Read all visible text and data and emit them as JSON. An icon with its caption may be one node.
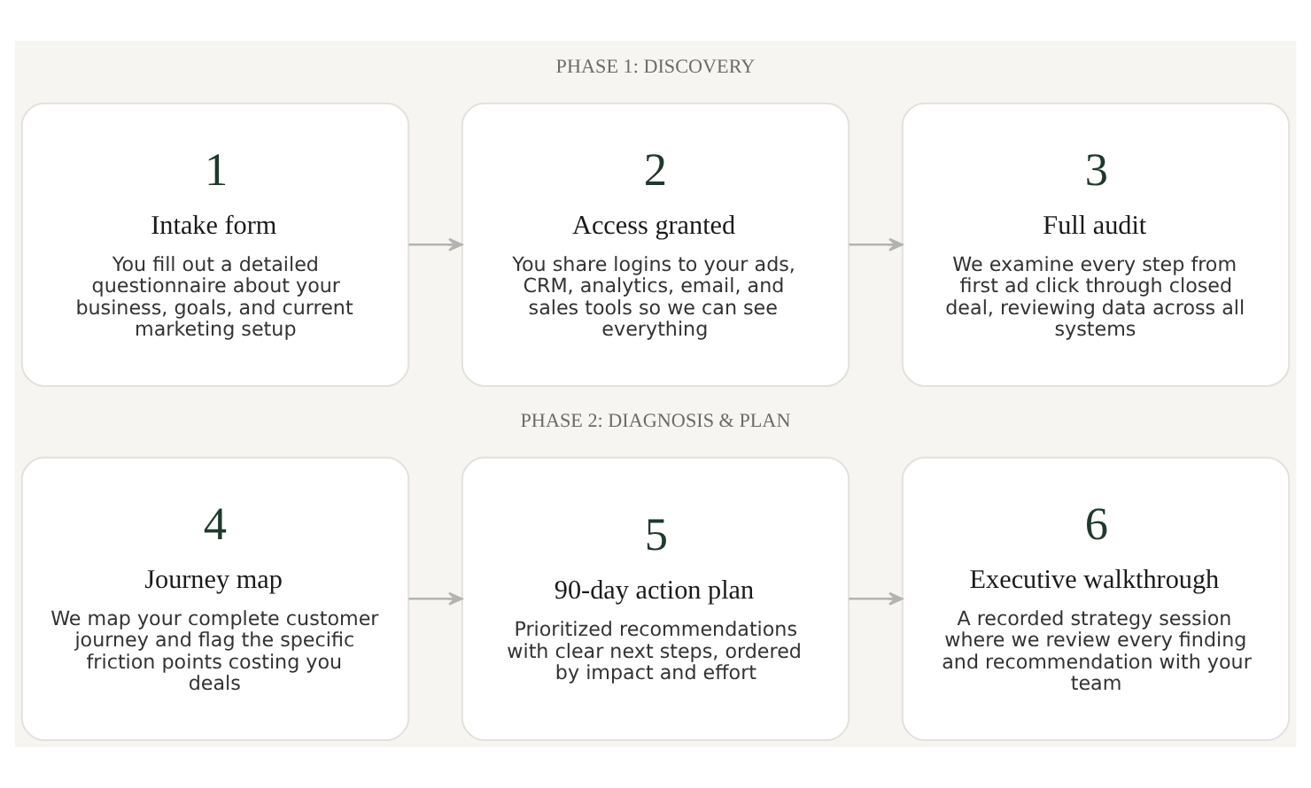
{
  "diagram": {
    "nodes": [
      {
        "text": [
          "1",
          "Intake form",
          "You fill out a detailed questionnaire about your business, goals, and current marketing setup"
        ]
      },
      {
        "text": [
          "2",
          "Access granted",
          "You share logins to your ads, CRM, analytics, email, and sales tools so we can see everything"
        ]
      },
      {
        "text": [
          "3",
          "Full audit",
          "We examine every step from first ad click through closed deal, reviewing data across all systems"
        ]
      },
      {
        "text": [
          "4",
          "Journey map",
          "We map your complete customer journey and flag the specific friction points costing you deals"
        ]
      },
      {
        "text": [
          "5",
          "90-day action plan",
          "Prioritized recommendations with clear next steps, ordered by impact and effort"
        ]
      },
      {
        "text": [
          "6",
          "Executive walkthrough",
          "A recorded strategy session where we review every finding and recommendation with your team"
        ]
      }
    ],
    "edges": [
      {
        "from": 0,
        "to": 1,
        "arrow": "to"
      },
      {
        "from": 1,
        "to": 2,
        "arrow": "to"
      },
      {
        "from": 3,
        "to": 4,
        "arrow": "to"
      },
      {
        "from": 4,
        "to": 5,
        "arrow": "to"
      }
    ],
    "labels": [
      "PHASE 1: DISCOVERY",
      "PHASE 2: DIAGNOSIS & PLAN"
    ]
  }
}
